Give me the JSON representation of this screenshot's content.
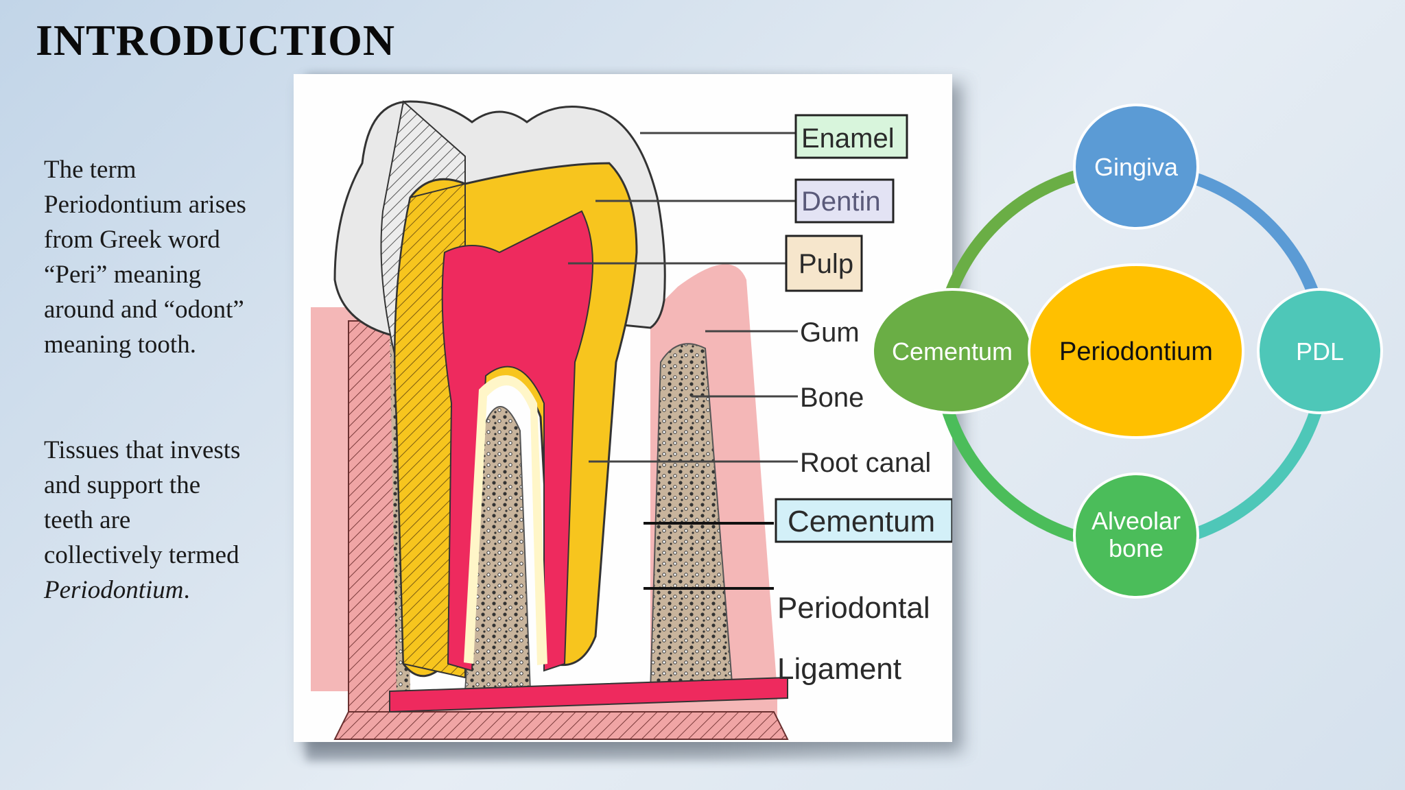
{
  "slide": {
    "title": "INTRODUCTION",
    "paragraph1": [
      "The term",
      "Periodontium arises",
      "from Greek word",
      "“Peri” meaning",
      "around and “odont”",
      "meaning tooth."
    ],
    "paragraph2": [
      "Tissues that invests",
      "and support the",
      "teeth are",
      "collectively termed"
    ],
    "paragraph2_italic": "Periodontium",
    "paragraph2_end": "."
  },
  "tooth_diagram": {
    "labels": {
      "enamel": "Enamel",
      "dentin": "Dentin",
      "pulp": "Pulp",
      "gum": "Gum",
      "bone": "Bone",
      "root_canal": "Root canal",
      "cementum": "Cementum",
      "periodontal": "Periodontal",
      "ligament": "Ligament"
    },
    "colors": {
      "enamel_box": "#d8f5dc",
      "dentin_box": "#e3e3f4",
      "pulp_box": "#f6e6cc",
      "cementum_box": "#d3f0f8",
      "dentin": "#f7c51e",
      "pulp": "#ee2a5e",
      "gum": "#f4b7b7",
      "bone": "#c8b49c"
    }
  },
  "cycle_diagram": {
    "center": "Periodontium",
    "nodes": {
      "top": "Gingiva",
      "right": "PDL",
      "bottom_line1": "Alveolar",
      "bottom_line2": "bone",
      "left": "Cementum"
    },
    "colors": {
      "center": "#ffc000",
      "top": "#5b9bd5",
      "right": "#4ec7b8",
      "bottom": "#4bbd5a",
      "left": "#6aae45"
    }
  }
}
